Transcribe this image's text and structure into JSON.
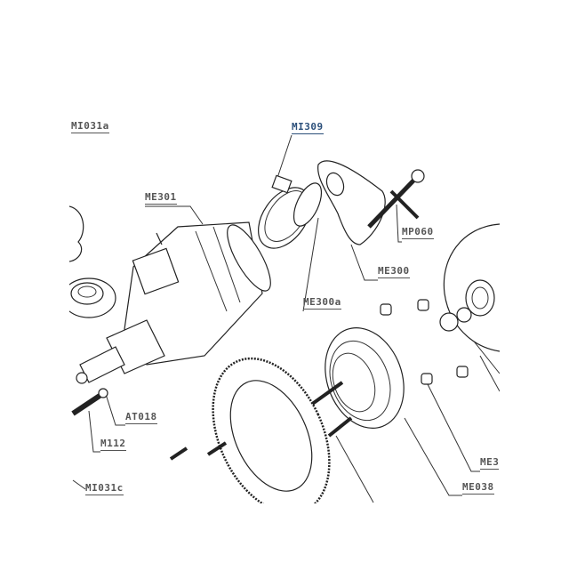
{
  "diagram": {
    "labels": {
      "mi031a": "MI031a",
      "mi309": "MI309",
      "me301": "ME301",
      "mp060": "MP060",
      "me300": "ME300",
      "me300a": "ME300a",
      "at018": "AT018",
      "m112": "M112",
      "me3_clipped": "ME3",
      "me038": "ME038",
      "mi031c": "MI031c"
    }
  }
}
